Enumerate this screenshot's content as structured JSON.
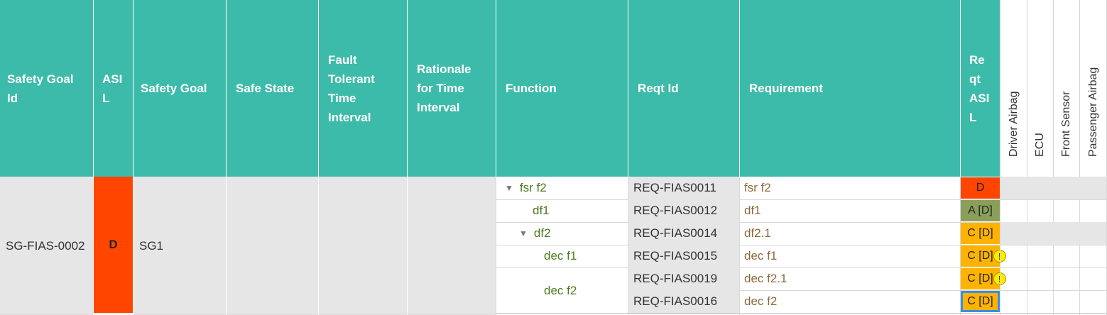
{
  "headers": {
    "safety_goal_id": "Safety Goal Id",
    "asil": "ASI L",
    "safety_goal": "Safety Goal",
    "safe_state": "Safe State",
    "ftti": "Fault Tolerant Time Interval",
    "rationale": "Rationale for Time Interval",
    "function": "Function",
    "reqt_id": "Reqt Id",
    "requirement": "Requirement",
    "reqt_asil": "Re qt ASI L",
    "col_driver_airbag": "Driver Airbag",
    "col_ecu": "ECU",
    "col_front_sensor": "Front Sensor",
    "col_passenger_airbag": "Passenger Airbag"
  },
  "goal": {
    "id": "SG-FIAS-0002",
    "asil": "D",
    "name": "SG1",
    "asil_color": "#ff4500"
  },
  "rows": [
    {
      "function": "fsr f2",
      "expandable": true,
      "reqt_id": "REQ-FIAS0011",
      "requirement": "fsr f2",
      "reqt_asil": "D",
      "asil_color": "#ff4500",
      "warning": false
    },
    {
      "function": "df1",
      "expandable": false,
      "reqt_id": "REQ-FIAS0012",
      "requirement": "df1",
      "reqt_asil": "A [D]",
      "asil_color": "#8aa05a",
      "warning": false
    },
    {
      "function": "df2",
      "expandable": true,
      "reqt_id": "REQ-FIAS0014",
      "requirement": "df2.1",
      "reqt_asil": "C [D]",
      "asil_color": "#ffb300",
      "warning": false
    },
    {
      "function": "dec f1",
      "expandable": false,
      "reqt_id": "REQ-FIAS0015",
      "requirement": "dec f1",
      "reqt_asil": "C [D]",
      "asil_color": "#ffb300",
      "warning": true
    },
    {
      "function": "dec f2",
      "expandable": false,
      "reqt_id": "REQ-FIAS0019",
      "requirement": "dec f2.1",
      "reqt_asil": "C [D]",
      "asil_color": "#ffb300",
      "warning": true
    },
    {
      "function": "",
      "expandable": false,
      "reqt_id": "REQ-FIAS0016",
      "requirement": "dec f2",
      "reqt_asil": "C [D]",
      "asil_color": "#ffb300",
      "warning": false,
      "selected": true
    }
  ],
  "colors": {
    "header": "#3dbbaa",
    "asil_d": "#ff4500",
    "asil_a": "#8aa05a",
    "asil_c": "#ffb300",
    "selection": "#3b8ede"
  }
}
